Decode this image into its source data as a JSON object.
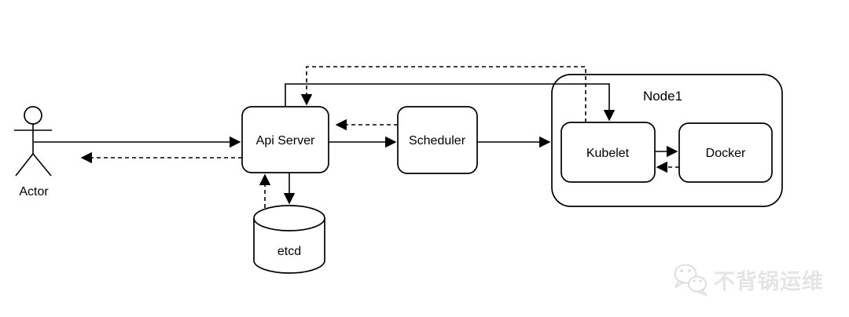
{
  "colors": {
    "stroke": "#000000",
    "box_fill": "#ffffff",
    "background": "#ffffff",
    "watermark": "#eaeaea",
    "watermark_stroke": "#d8d8d8"
  },
  "nodes": {
    "actor": {
      "label": "Actor",
      "shape": "stick-figure"
    },
    "api_server": {
      "label": "Api Server",
      "shape": "rounded-rect"
    },
    "scheduler": {
      "label": "Scheduler",
      "shape": "rounded-rect"
    },
    "node1": {
      "label": "Node1",
      "shape": "rounded-container"
    },
    "kubelet": {
      "label": "Kubelet",
      "shape": "rounded-rect"
    },
    "docker": {
      "label": "Docker",
      "shape": "rounded-rect"
    },
    "etcd": {
      "label": "etcd",
      "shape": "cylinder"
    }
  },
  "edges": [
    {
      "from": "actor",
      "to": "api_server",
      "style": "solid"
    },
    {
      "from": "api_server",
      "to": "actor",
      "style": "dashed"
    },
    {
      "from": "api_server",
      "to": "scheduler",
      "style": "solid"
    },
    {
      "from": "scheduler",
      "to": "api_server",
      "style": "dashed"
    },
    {
      "from": "scheduler",
      "to": "node1",
      "style": "solid"
    },
    {
      "from": "api_server",
      "to": "kubelet",
      "style": "solid",
      "route": "over-top"
    },
    {
      "from": "kubelet",
      "to": "api_server",
      "style": "dashed",
      "route": "over-top"
    },
    {
      "from": "kubelet",
      "to": "docker",
      "style": "solid"
    },
    {
      "from": "docker",
      "to": "kubelet",
      "style": "dashed"
    },
    {
      "from": "api_server",
      "to": "etcd",
      "style": "solid"
    },
    {
      "from": "etcd",
      "to": "api_server",
      "style": "dashed"
    }
  ],
  "watermark": {
    "text": "不背锅运维",
    "icon": "wechat-icon"
  }
}
